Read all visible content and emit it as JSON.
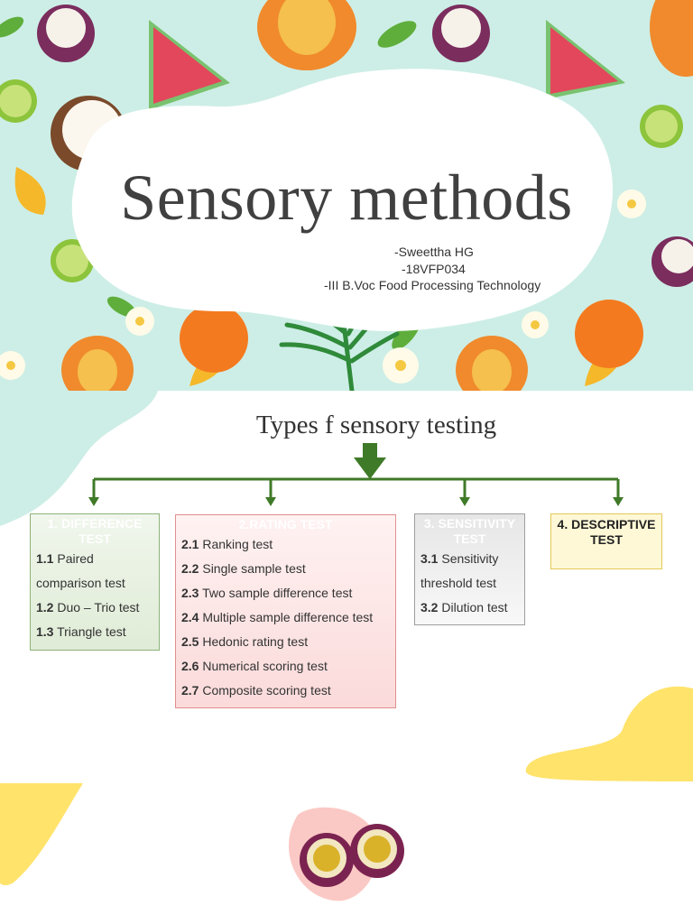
{
  "slide1": {
    "title": "Sensory methods",
    "author_lines": [
      "-Sweettha HG",
      "-18VFP034",
      "-III B.Voc Food Processing Technology"
    ]
  },
  "slide2": {
    "heading": "Types f sensory testing",
    "categories": [
      {
        "title": "1. DIFFERENCE TEST",
        "items": [
          {
            "num": "1.1",
            "text": " Paired comparison test"
          },
          {
            "num": "1.2",
            "text": " Duo – Trio test"
          },
          {
            "num": "1.3",
            "text": " Triangle test"
          }
        ]
      },
      {
        "title": "2.RATING TEST",
        "items": [
          {
            "num": "2.1",
            "text": " Ranking test"
          },
          {
            "num": "2.2",
            "text": " Single sample test"
          },
          {
            "num": "2.3",
            "text": " Two sample difference test"
          },
          {
            "num": "2.4",
            "text": " Multiple sample difference test"
          },
          {
            "num": "2.5",
            "text": " Hedonic rating test"
          },
          {
            "num": "2.6",
            "text": " Numerical scoring test"
          },
          {
            "num": "2.7",
            "text": " Composite scoring test"
          }
        ]
      },
      {
        "title": "3. SENSITIVITY TEST",
        "items": [
          {
            "num": "3.1",
            "text": " Sensitivity threshold test"
          },
          {
            "num": "3.2",
            "text": " Dilution test"
          }
        ]
      },
      {
        "title": "4. DESCRIPTIVE TEST",
        "items": []
      }
    ]
  },
  "colors": {
    "background_mint": "#cdeee6",
    "arrow_green": "#3f7a28",
    "difference_border": "#8cb37a",
    "rating_border": "#e08f8f",
    "sensitivity_border": "#9e9e9e",
    "descriptive_border": "#e2c957",
    "yellow_blob": "#ffe36b"
  }
}
